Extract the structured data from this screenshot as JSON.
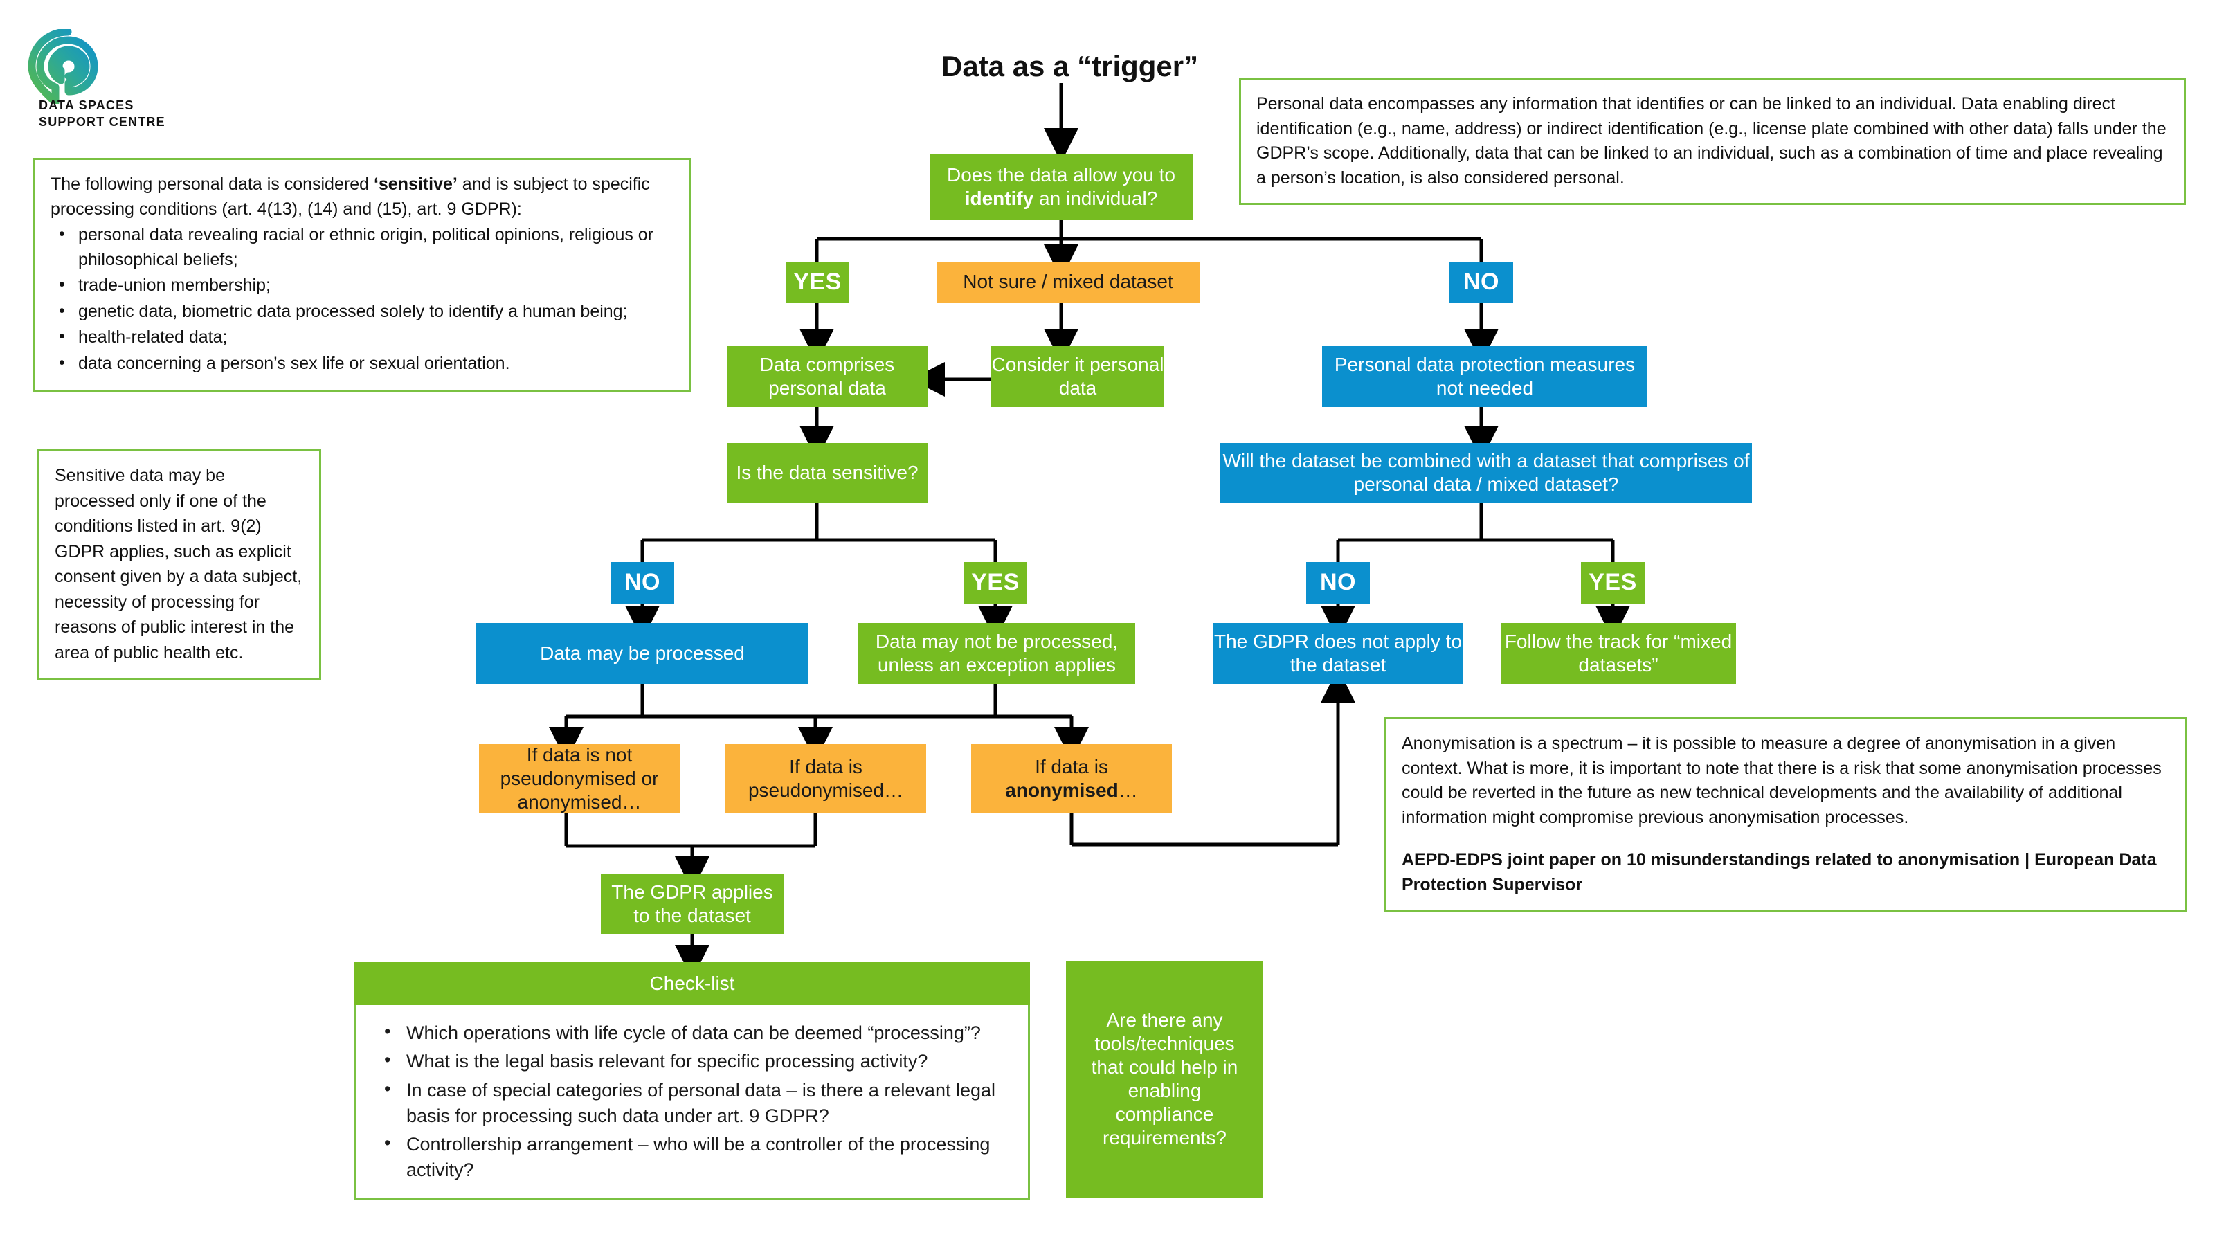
{
  "brand": {
    "logo_line1": "DATA SPACES",
    "logo_line2": "SUPPORT CENTRE",
    "logo_icon": "dssc-spiral-logo",
    "gradient_from": "#5aba47",
    "gradient_to": "#0e8fd0"
  },
  "colors": {
    "green": "#76bc21",
    "blue": "#0b90ce",
    "orange": "#fbb33c",
    "note_border": "#7ac142",
    "connector": "#000000"
  },
  "title": "Data as a “trigger”",
  "notes": {
    "sensitive_list": {
      "intro_a": "The following personal data is considered ",
      "intro_bold": "‘sensitive’",
      "intro_b": " and is subject to specific processing conditions (art. 4(13), (14) and (15), art. 9 GDPR):",
      "items": [
        "personal data revealing racial or ethnic origin, political opinions, religious or philosophical beliefs;",
        "trade-union membership;",
        "genetic data, biometric data processed solely to identify a human being;",
        "health-related data;",
        "data concerning a person’s sex life or sexual orientation."
      ]
    },
    "sensitive_conditions": "Sensitive data may be processed only if one of the conditions listed in art. 9(2) GDPR applies, such as explicit consent given by a data subject, necessity of processing for reasons of public interest in the area of public health etc.",
    "personal_data": "Personal data encompasses any information that identifies or can be linked to an individual. Data enabling direct identification (e.g., name, address) or indirect identification (e.g., license plate combined with other data) falls under the GDPR’s scope. Additionally, data that can be linked to an individual, such as a combination of time and place revealing a person’s location, is also considered personal.",
    "anonymisation": {
      "body": "Anonymisation is a spectrum – it is possible to measure a degree of anonymisation in a given context. What is more, it is important to note that there is a risk that some anonymisation processes could be reverted in the future as new technical developments and the availability of additional information might compromise previous anonymisation processes.",
      "source": "AEPD-EDPS joint paper on 10 misunderstandings related to anonymisation | European Data Protection Supervisor"
    }
  },
  "flow": {
    "q_identify_a": "Does the data allow you to ",
    "q_identify_bold": "identify",
    "q_identify_b": " an individual?",
    "yes_1": "YES",
    "not_sure": "Not sure / mixed dataset",
    "no_1": "NO",
    "data_comprises": "Data comprises personal data",
    "consider_it": "Consider it personal data",
    "protection_not_needed": "Personal data protection measures not needed",
    "q_sensitive": "Is the data sensitive?",
    "q_combined": "Will the dataset be combined with a dataset that comprises of personal data / mixed dataset?",
    "no_2": "NO",
    "yes_2": "YES",
    "no_3": "NO",
    "yes_3": "YES",
    "may_be_processed": "Data may be processed",
    "may_not_be_processed": "Data may not be processed, unless an exception applies",
    "gdpr_not_apply": "The GDPR does not apply to the dataset",
    "follow_mixed": "Follow the track for “mixed datasets”",
    "if_not_pseudo": "If data is not pseudonymised or anonymised…",
    "if_pseudo": "If data is pseudonymised…",
    "if_anon_a": "If data is ",
    "if_anon_bold": "anonymised",
    "if_anon_b": "…",
    "gdpr_applies": "The GDPR applies to the dataset"
  },
  "checklist": {
    "header": "Check-list",
    "items": [
      "Which operations with life cycle of data can be deemed “processing”?",
      "What is the legal basis relevant for specific processing activity?",
      "In case of special categories of personal data – is there a relevant legal basis for processing such data under art. 9 GDPR?",
      "Controllership arrangement – who will be a controller of the processing activity?"
    ]
  },
  "tools_question": "Are there any tools/techniques that could help in enabling compliance requirements?"
}
